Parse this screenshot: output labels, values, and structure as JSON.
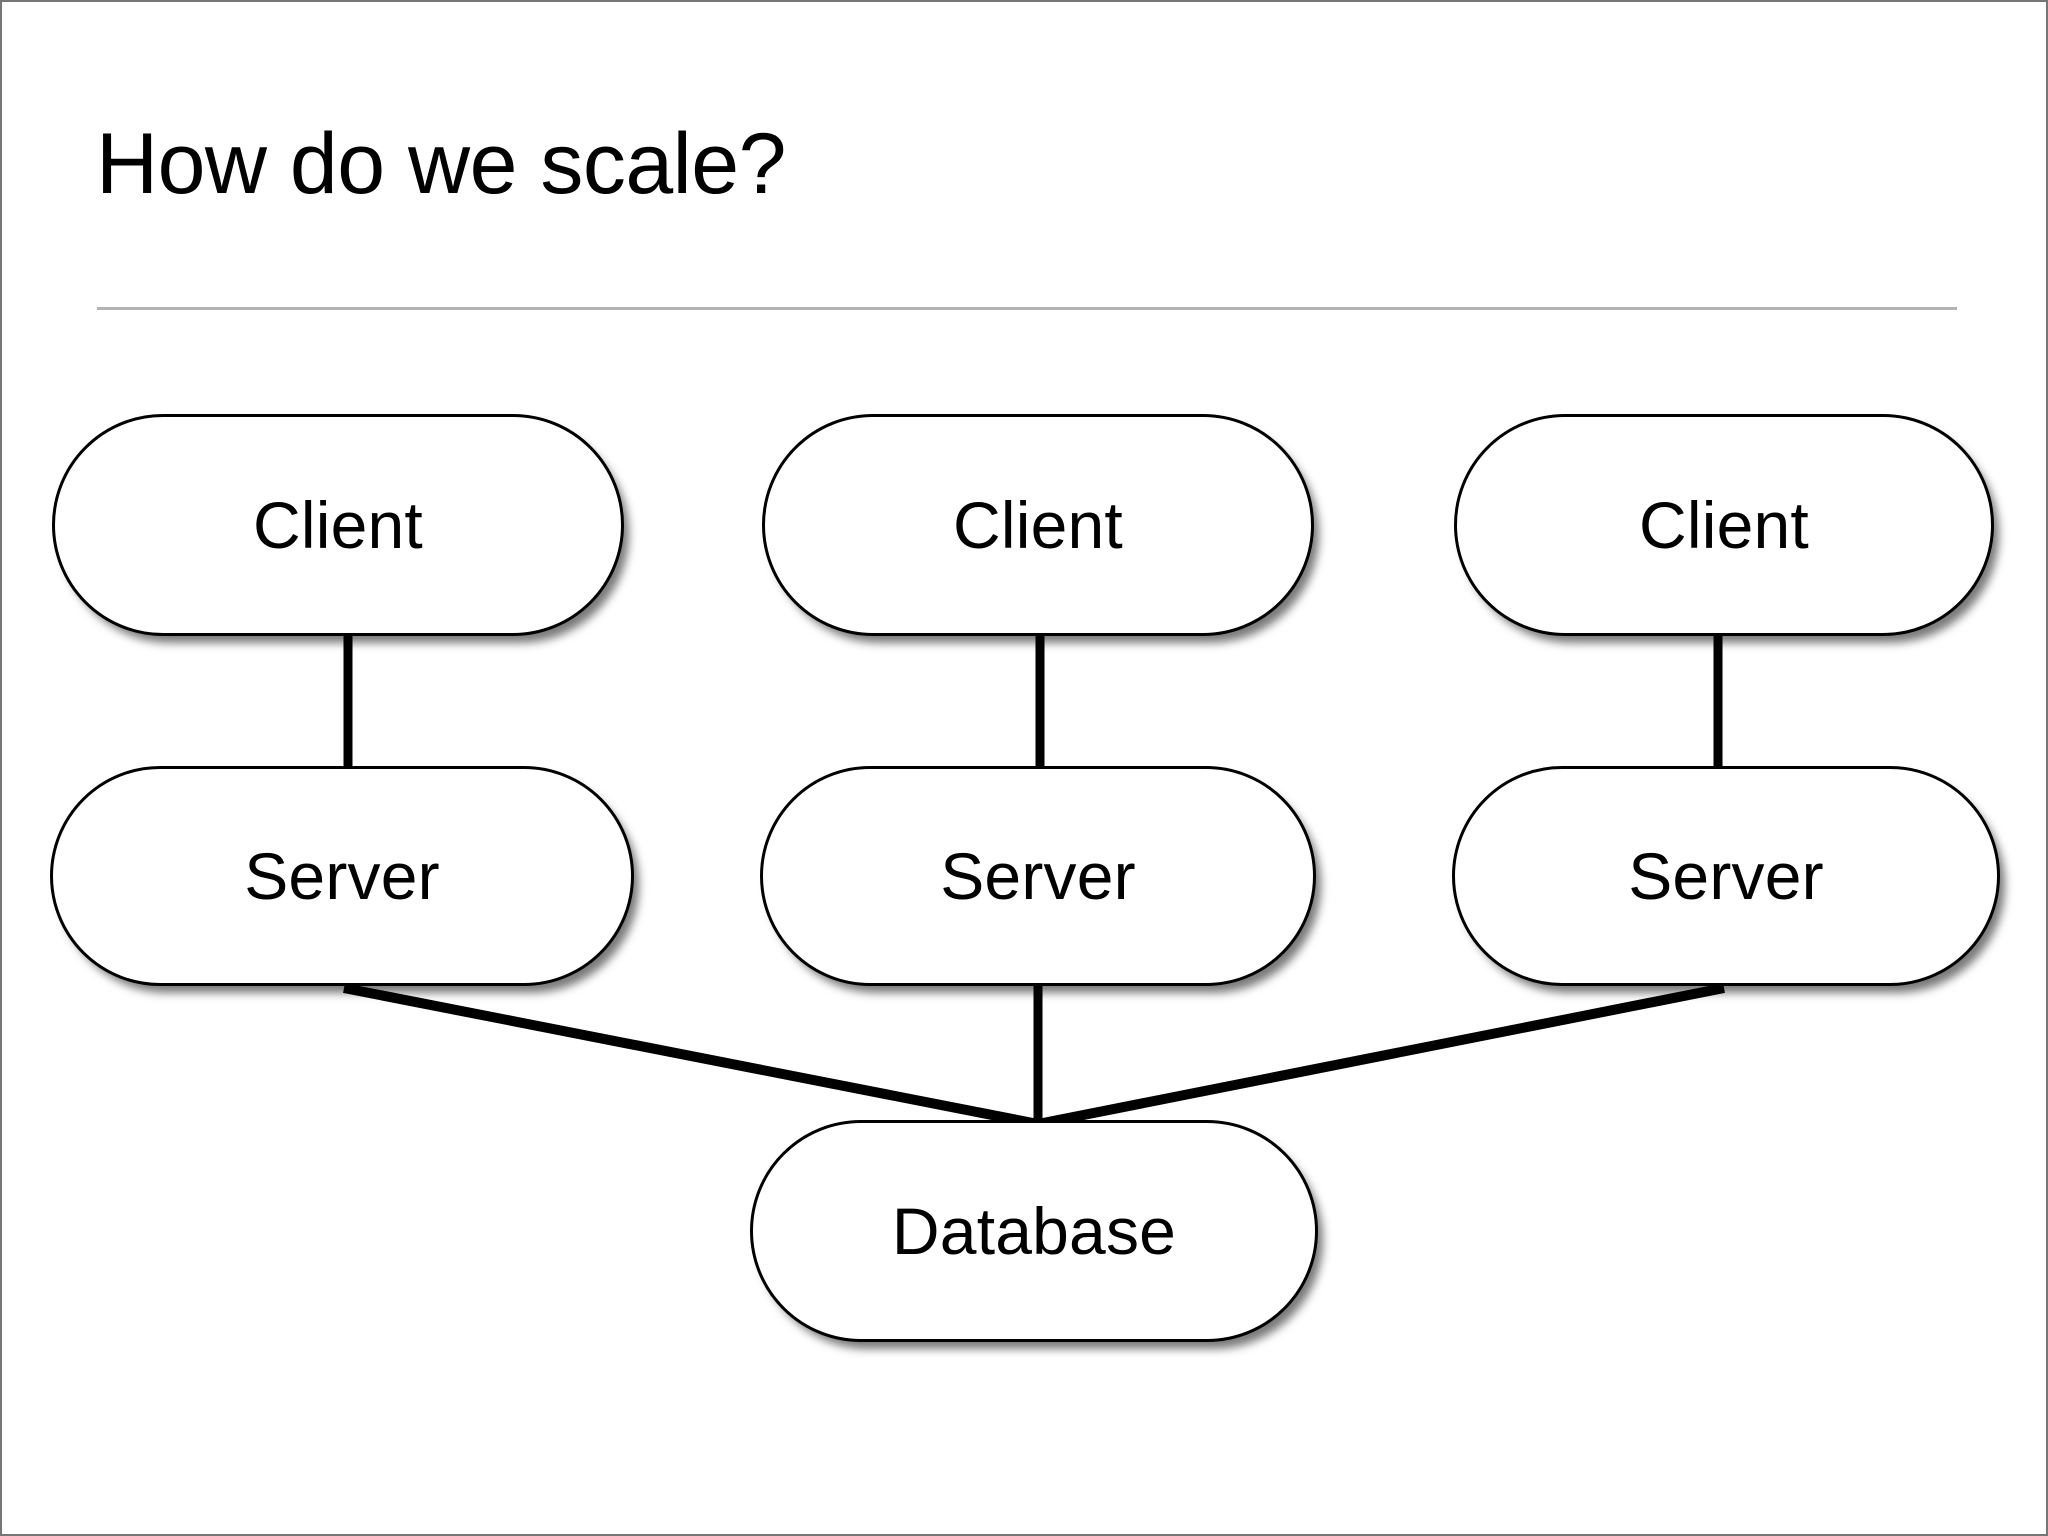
{
  "slide": {
    "title": "How do we scale?",
    "background_color": "#ffffff",
    "border_color": "#767676",
    "rule_color": "#b3b3b3",
    "node_border_color": "#000000",
    "edge_color": "#000000"
  },
  "diagram": {
    "type": "node-link",
    "nodes": [
      {
        "id": "client-1",
        "label": "Client",
        "row": "clients",
        "column": 1
      },
      {
        "id": "client-2",
        "label": "Client",
        "row": "clients",
        "column": 2
      },
      {
        "id": "client-3",
        "label": "Client",
        "row": "clients",
        "column": 3
      },
      {
        "id": "server-1",
        "label": "Server",
        "row": "servers",
        "column": 1
      },
      {
        "id": "server-2",
        "label": "Server",
        "row": "servers",
        "column": 2
      },
      {
        "id": "server-3",
        "label": "Server",
        "row": "servers",
        "column": 3
      },
      {
        "id": "database",
        "label": "Database",
        "row": "database",
        "column": 2
      }
    ],
    "edges": [
      {
        "from": "client-1",
        "to": "server-1",
        "style": "vertical"
      },
      {
        "from": "client-2",
        "to": "server-2",
        "style": "vertical"
      },
      {
        "from": "client-3",
        "to": "server-3",
        "style": "vertical"
      },
      {
        "from": "server-1",
        "to": "database",
        "style": "diagonal"
      },
      {
        "from": "server-2",
        "to": "database",
        "style": "vertical"
      },
      {
        "from": "server-3",
        "to": "database",
        "style": "diagonal"
      }
    ]
  }
}
